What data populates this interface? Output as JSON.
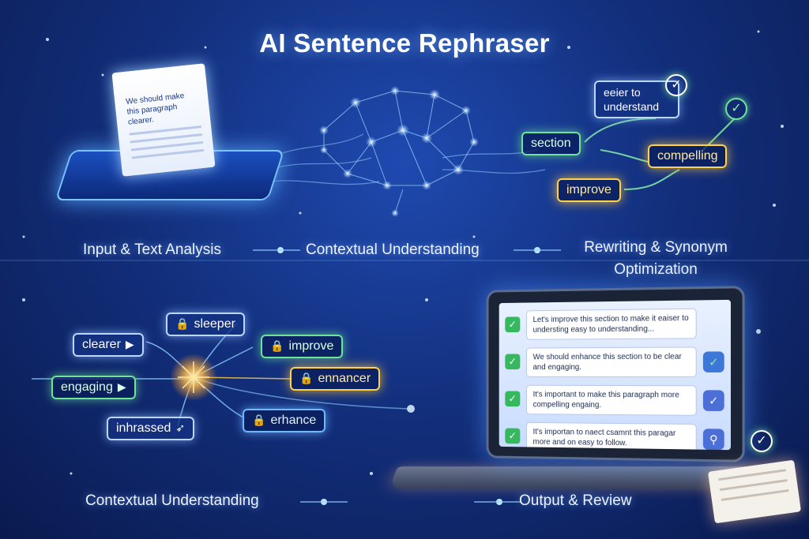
{
  "title": "AI Sentence Rephraser",
  "steps": {
    "input": "Input & Text Analysis",
    "context_top": "Contextual Understanding",
    "rewriting_line1": "Rewriting & Synonym",
    "rewriting_line2": "Optimization",
    "context_bottom": "Contextual Understanding",
    "output": "Output & Review"
  },
  "document": {
    "text": "We should make this paragraph clearer."
  },
  "top_chips": {
    "easier": "eeier to understand",
    "section": "section",
    "compelling": "compelling",
    "improve": "improve"
  },
  "bottom_chips": {
    "sleeper": "sleeper",
    "clearer": "clearer",
    "improve": "improve",
    "engaging": "engaging",
    "enhancer": "ennancer",
    "enhance": "erhance",
    "infrassed": "inhrassed"
  },
  "laptop_rows": [
    {
      "text": "Let's improve this section to make it eaiser to understing easy to understanding..."
    },
    {
      "text": "We should enhance this section to be clear and engaging."
    },
    {
      "text": "It's important to make this paragraph more compelling engaing."
    },
    {
      "text": "It's importan to naect csamnt this paragar more and on easy to follow."
    }
  ],
  "colors": {
    "accent_green": "#6fe39a",
    "accent_yellow": "#ffd24a",
    "accent_blue": "#6fb8ff",
    "background": "#13307e"
  }
}
